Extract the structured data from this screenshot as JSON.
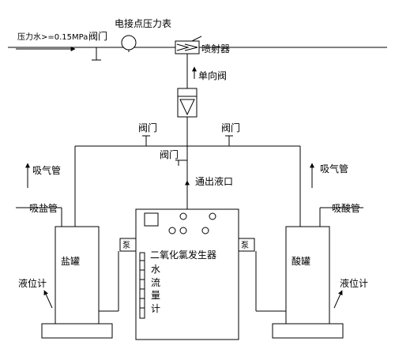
{
  "labels": {
    "pressure_water": "压力水>=0.15MPa",
    "valve_top": "阀门",
    "pressure_gauge": "电接点压力表",
    "ejector": "喷射器",
    "check_valve": "单向阀",
    "valve_left": "阀门",
    "valve_right": "阀门",
    "valve_center": "阀门",
    "outlet": "通出液口",
    "air_pipe_left": "吸气管",
    "air_pipe_right": "吸气管",
    "hcl_suction": "吸盐管",
    "acid_suction": "吸酸管",
    "salt_tank": "盐罐",
    "acid_tank": "酸罐",
    "pump_left": "泵",
    "pump_right": "泵",
    "generator": "二氧化氯发生器",
    "flowmeter_chars": [
      "水",
      "流",
      "量",
      "计"
    ],
    "level_left": "液位计",
    "level_right": "液位计"
  }
}
